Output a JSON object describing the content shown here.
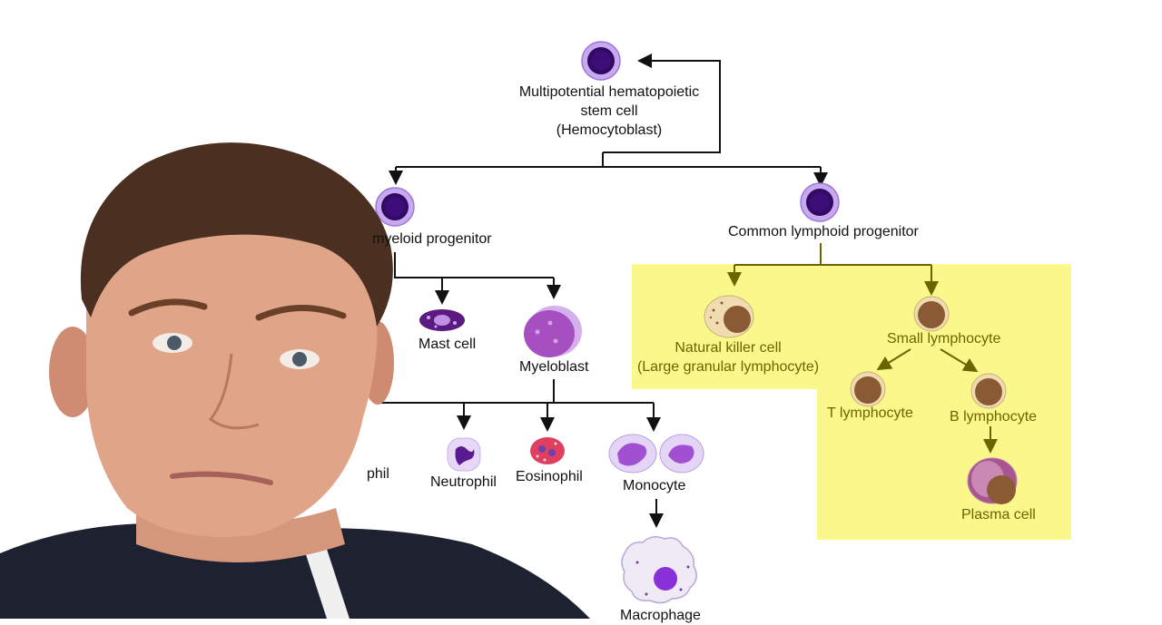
{
  "diagram": {
    "stem_cell": {
      "line1": "Multipotential hematopoietic",
      "line2": "stem cell",
      "line3": "(Hemocytoblast)"
    },
    "myeloid_progenitor": "myeloid progenitor",
    "lymphoid_progenitor": "Common lymphoid progenitor",
    "mast_cell": "Mast cell",
    "myeloblast": "Myeloblast",
    "basophil_partial": "phil",
    "neutrophil": "Neutrophil",
    "eosinophil": "Eosinophil",
    "monocyte": "Monocyte",
    "macrophage": "Macrophage",
    "nk_cell": {
      "line1": "Natural killer cell",
      "line2": "(Large granular lymphocyte)"
    },
    "small_lymphocyte": "Small lymphocyte",
    "t_lymphocyte": "T lymphocyte",
    "b_lymphocyte": "B lymphocyte",
    "plasma_cell": "Plasma cell"
  },
  "colors": {
    "highlight": "#fbf88b",
    "stem_purple": "#3d0d78",
    "lymph_brown": "#8a5a35",
    "olive_arrow": "#6b6500"
  }
}
